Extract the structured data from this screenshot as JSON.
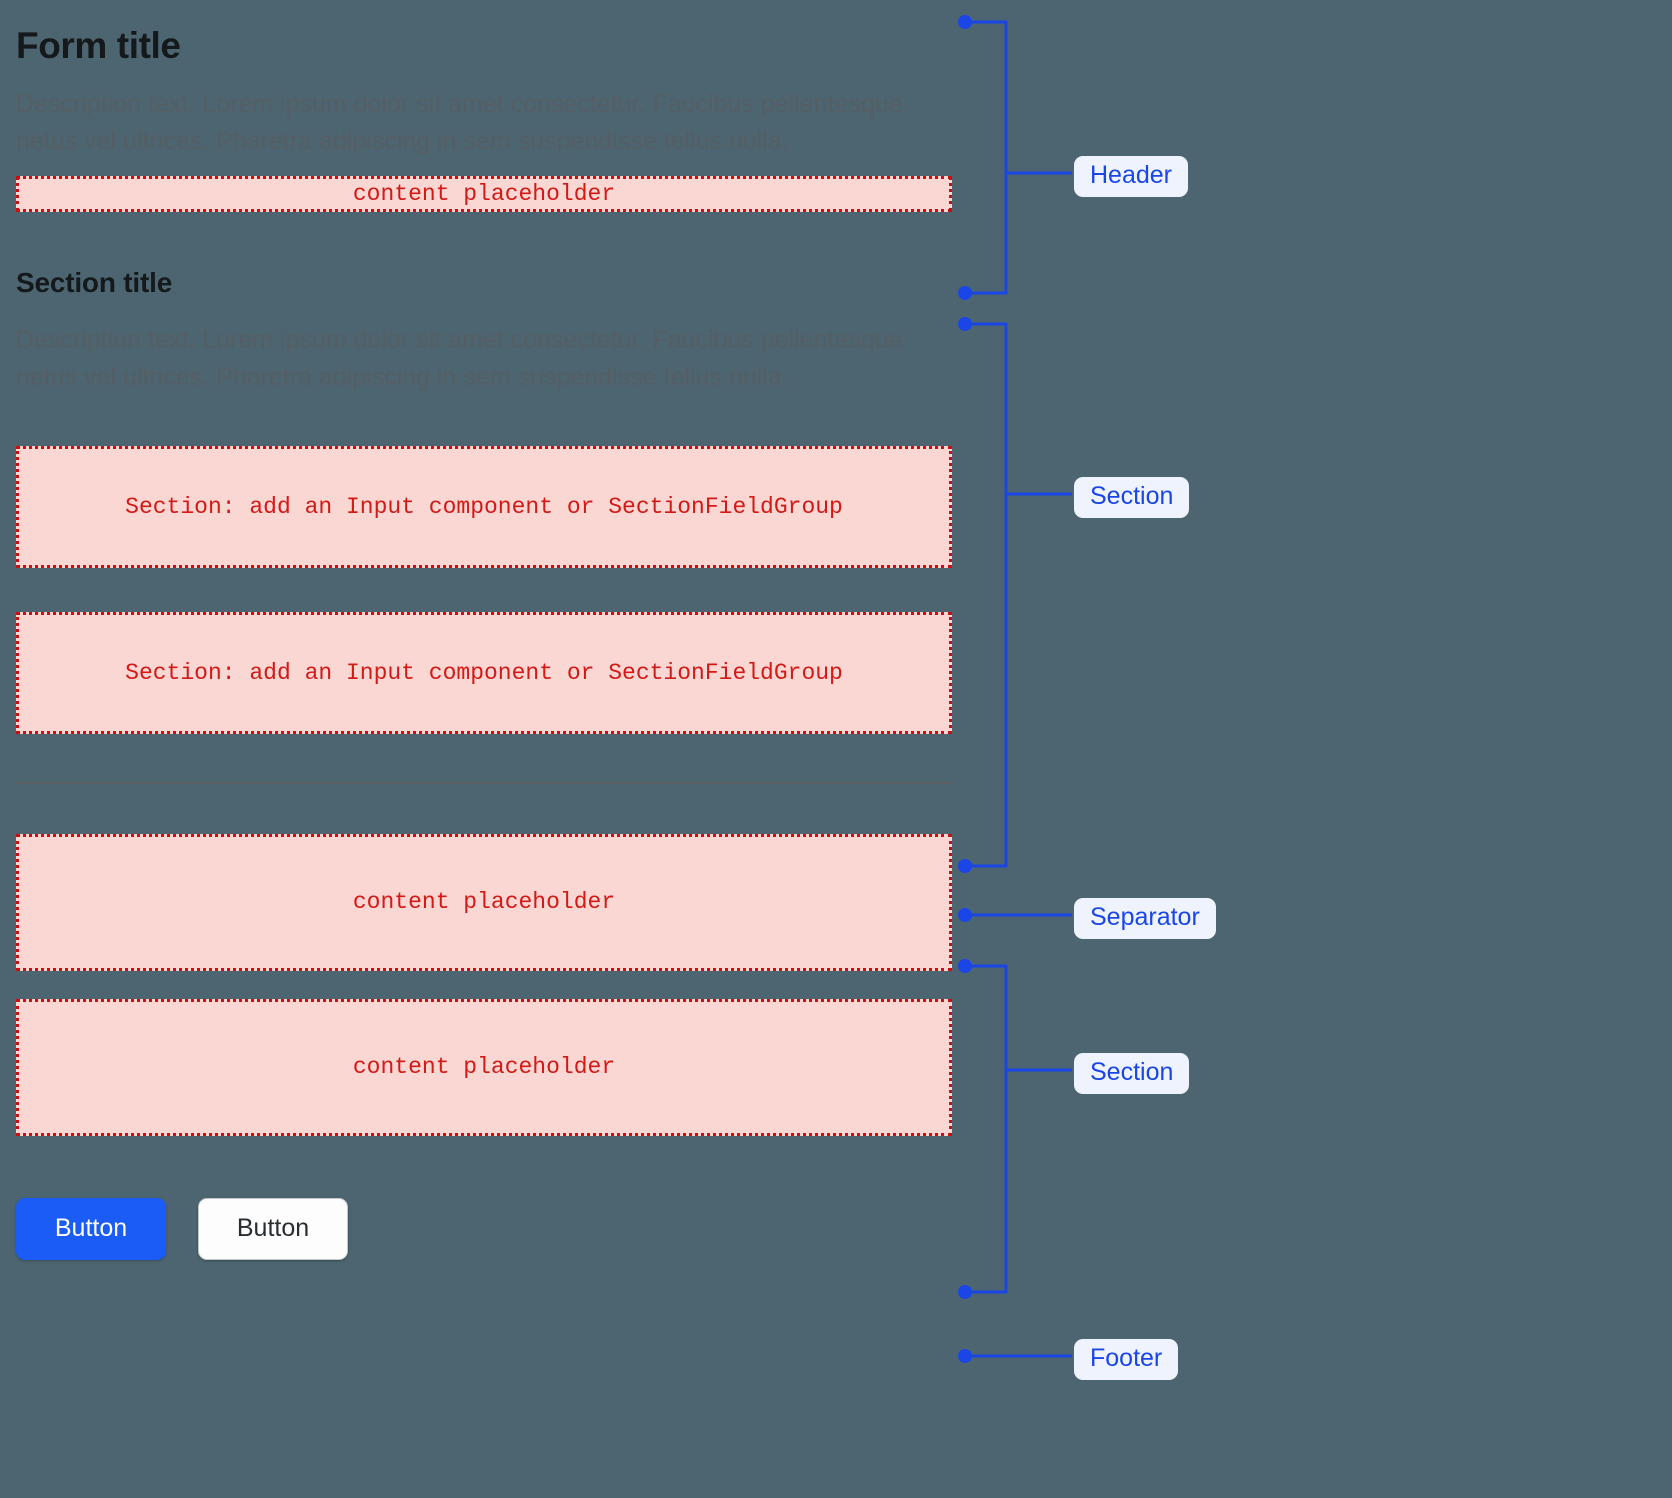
{
  "page": {
    "background_color": "#4c6570",
    "accent_blue": "#1a46e8",
    "placeholder_red": "#cc0e12",
    "placeholder_fill": "#fbd7d4"
  },
  "header": {
    "title": "Form title",
    "description": "Description text. Lorem ipsum dolor sit amet consectetur. Faucibus pellentesque netus vel ultrices. Pharetra adipiscing in sem suspendisse tellus nulla.",
    "placeholder": "content placeholder"
  },
  "section_one": {
    "title": "Section title",
    "description": "Description text. Lorem ipsum dolor sit amet consectetur. Faucibus pellentesque netus vel ultrices. Pharetra adipiscing in sem suspendisse tellus nulla.",
    "placeholder_a": "Section: add an Input component or SectionFieldGroup",
    "placeholder_b": "Section: add an Input component or SectionFieldGroup"
  },
  "section_two": {
    "placeholder_a": "content placeholder",
    "placeholder_b": "content placeholder"
  },
  "footer": {
    "primary_button": "Button",
    "secondary_button": "Button"
  },
  "annotations": {
    "header": "Header",
    "section_one": "Section",
    "separator": "Separator",
    "section_two": "Section",
    "footer": "Footer"
  }
}
